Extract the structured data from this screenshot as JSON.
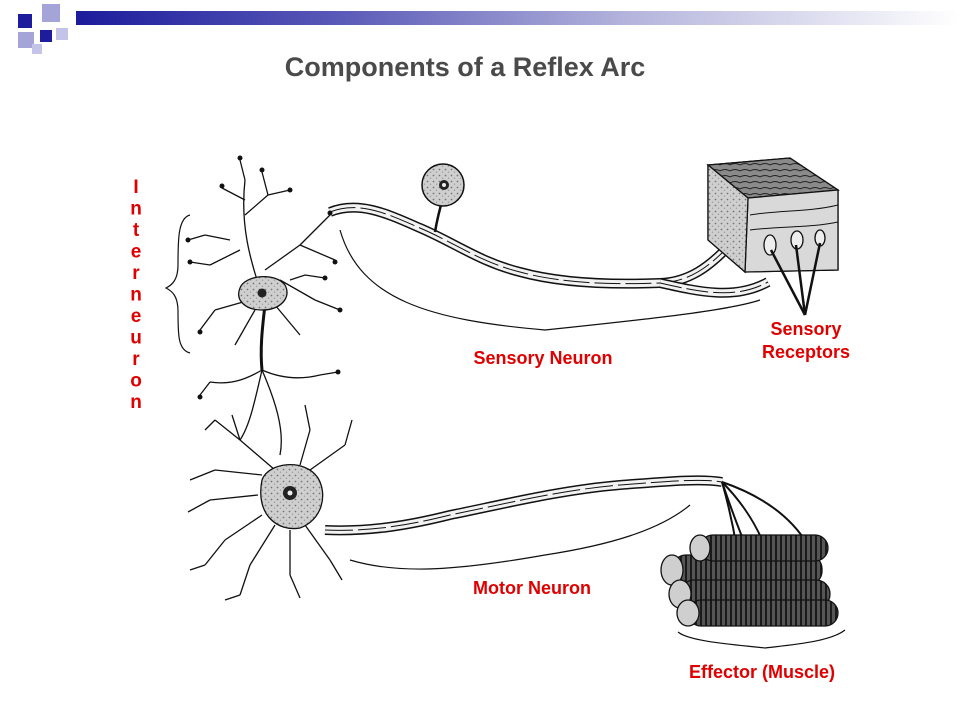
{
  "title": "Components of a Reflex Arc",
  "labels": {
    "interneuron": "Interneuron",
    "sensory_neuron": "Sensory Neuron",
    "sensory_receptors_line1": "Sensory",
    "sensory_receptors_line2": "Receptors",
    "motor_neuron": "Motor Neuron",
    "effector": "Effector (Muscle)"
  },
  "colors": {
    "label": "#e00000",
    "title": "#4a4a4a",
    "accent_dark": "#1c1c9c",
    "accent_light": "#9c9cd4"
  }
}
